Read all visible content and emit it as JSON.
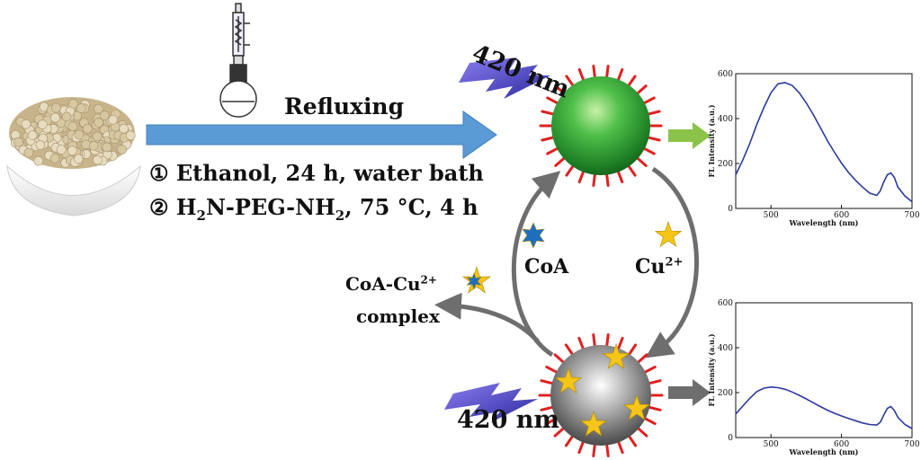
{
  "reaction": {
    "process_label": "Refluxing",
    "step1": "① Ethanol, 24 h, water bath",
    "step2_prefix": "② H",
    "step2_sub1": "2",
    "step2_mid": "N-PEG-NH",
    "step2_sub2": "2",
    "step2_suffix": ", 75 °C, 4 h"
  },
  "excitation": {
    "top": "420 nm",
    "bottom": "420 nm"
  },
  "analytes": {
    "coa": "CoA",
    "cu_base": "Cu",
    "cu_sup": "2+",
    "complex_line1_base": "CoA-Cu",
    "complex_line1_sup": "2+",
    "complex_line2": "complex"
  },
  "colors": {
    "arrow_blue": "#5b9bd5",
    "green_dot": "#2e9e2e",
    "gray_dot": "#7a7a7a",
    "spike_red": "#e02020",
    "star_yellow": "#f5c518",
    "star_blue": "#1f6fc0",
    "spectrum_line": "#2b3a9e",
    "green_arrow": "#8bc34a",
    "gray_arrow": "#6e6e6e"
  },
  "chart_data": [
    {
      "type": "line",
      "xlabel": "Wavelength (nm)",
      "ylabel": "FL Intensity (a.u.)",
      "xlim": [
        450,
        700
      ],
      "ylim": [
        0,
        600
      ],
      "xticks": [
        500,
        600,
        700
      ],
      "yticks": [
        0,
        200,
        400,
        600
      ],
      "x": [
        450,
        460,
        470,
        480,
        490,
        500,
        510,
        520,
        530,
        540,
        550,
        560,
        570,
        580,
        590,
        600,
        610,
        620,
        630,
        640,
        650,
        655,
        660,
        665,
        670,
        675,
        680,
        690,
        700
      ],
      "y": [
        150,
        215,
        290,
        375,
        450,
        515,
        555,
        560,
        548,
        515,
        470,
        418,
        360,
        302,
        250,
        202,
        160,
        125,
        95,
        68,
        58,
        78,
        118,
        150,
        158,
        138,
        95,
        55,
        30
      ]
    },
    {
      "type": "line",
      "xlabel": "Wavelength (nm)",
      "ylabel": "FL Intensity (a.u.)",
      "xlim": [
        450,
        700
      ],
      "ylim": [
        0,
        600
      ],
      "xticks": [
        500,
        600,
        700
      ],
      "yticks": [
        0,
        200,
        400,
        600
      ],
      "x": [
        450,
        460,
        470,
        480,
        490,
        500,
        510,
        520,
        530,
        540,
        550,
        560,
        570,
        580,
        590,
        600,
        610,
        620,
        630,
        640,
        650,
        655,
        660,
        665,
        670,
        675,
        680,
        690,
        700
      ],
      "y": [
        105,
        140,
        175,
        205,
        220,
        225,
        222,
        215,
        203,
        188,
        172,
        155,
        138,
        122,
        108,
        96,
        85,
        75,
        65,
        58,
        56,
        68,
        100,
        130,
        138,
        120,
        90,
        58,
        40
      ]
    }
  ]
}
